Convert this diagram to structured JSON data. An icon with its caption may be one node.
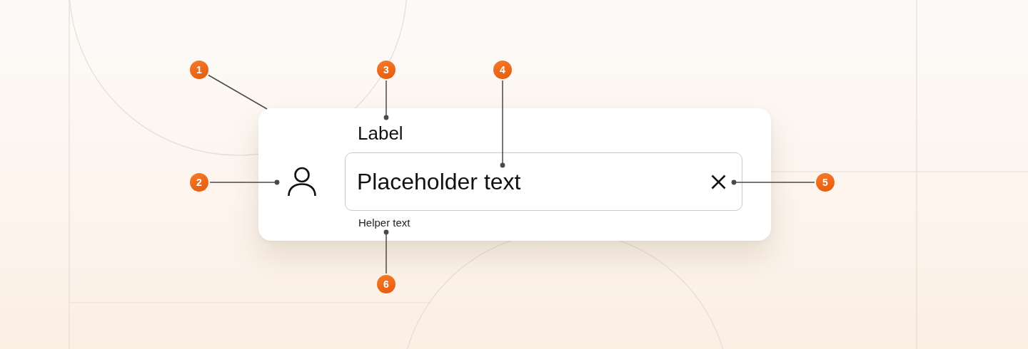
{
  "diagram": {
    "nodes": [
      {
        "text": [
          "1"
        ]
      },
      {
        "text": [
          "3"
        ]
      },
      {
        "text": [
          "4"
        ]
      },
      {
        "text": [],
        "shape": "box"
      },
      {
        "text": [
          "2"
        ]
      },
      {
        "text": [],
        "shape": "person",
        "in": 3
      },
      {
        "text": [
          "Label"
        ],
        "in": 3
      },
      {
        "text": [
          "Placeholder text"
        ],
        "in": 3
      },
      {
        "text": [],
        "shape": "cross",
        "in": 7
      },
      {
        "text": [
          "5"
        ]
      },
      {
        "text": [
          "Helper text"
        ],
        "in": 3
      },
      {
        "text": [
          "6"
        ]
      }
    ],
    "edges": [
      {
        "from": 0,
        "to": 3,
        "arrow": "none"
      },
      {
        "from": 4,
        "to": 5,
        "arrow": "other"
      },
      {
        "from": 1,
        "to": 6,
        "arrow": "other"
      },
      {
        "from": 2,
        "to": 7,
        "arrow": "other"
      },
      {
        "from": 9,
        "to": 8,
        "arrow": "other"
      },
      {
        "from": 11,
        "to": 10,
        "arrow": "other"
      }
    ]
  }
}
